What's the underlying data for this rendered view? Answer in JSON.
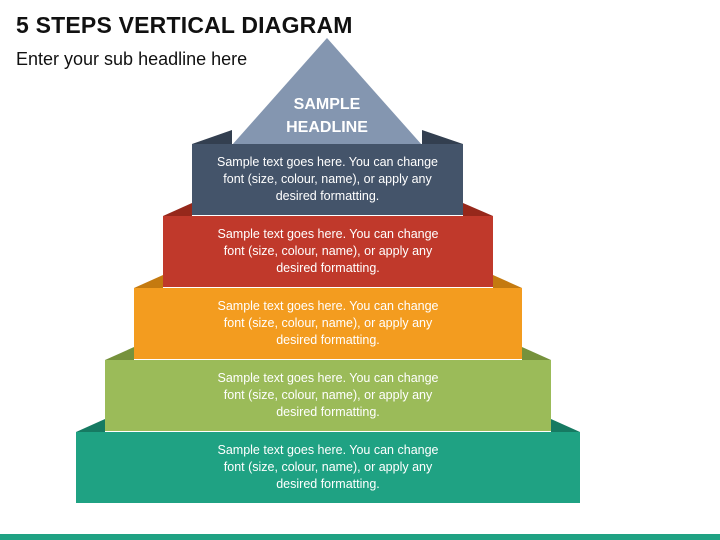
{
  "title": "5 STEPS VERTICAL DIAGRAM",
  "subtitle": "Enter your sub headline here",
  "apex": {
    "headline": "SAMPLE HEADLINE",
    "color": "#8496b0"
  },
  "steps": [
    {
      "text": "Sample text goes here. You can change font (size, colour, name), or apply any desired formatting.",
      "color": "#44546a",
      "side_color": "#333f50"
    },
    {
      "text": "Sample text goes here. You can change font (size, colour, name), or apply any desired formatting.",
      "color": "#c0392b",
      "side_color": "#96281b"
    },
    {
      "text": "Sample text goes here. You can change font (size, colour, name), or apply any desired formatting.",
      "color": "#f39c1f",
      "side_color": "#c47a10"
    },
    {
      "text": "Sample text goes here. You can change font (size, colour, name), or apply any desired formatting.",
      "color": "#9bbb59",
      "side_color": "#76923c"
    },
    {
      "text": "Sample text goes here. You can change font (size, colour, name), or apply any desired formatting.",
      "color": "#1fa283",
      "side_color": "#167a62"
    }
  ],
  "footer_color": "#1fa283"
}
